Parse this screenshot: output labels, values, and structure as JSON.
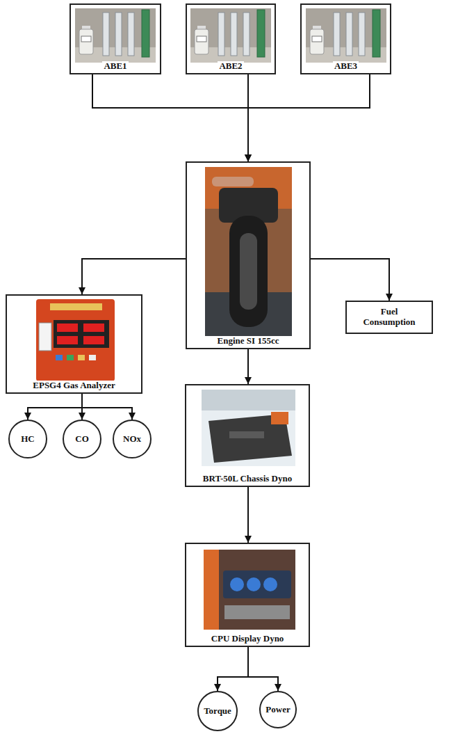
{
  "diagram": {
    "nodes": [
      {
        "text": [
          "ABE1"
        ]
      },
      {
        "text": [
          "ABE2"
        ]
      },
      {
        "text": [
          "ABE3"
        ]
      },
      {
        "text": [
          "Engine SI 155cc"
        ]
      },
      {
        "text": [
          "EPSG4 Gas Analyzer"
        ]
      },
      {
        "text": [
          "Fuel Consumption"
        ]
      },
      {
        "text": [
          "HC"
        ]
      },
      {
        "text": [
          "CO"
        ]
      },
      {
        "text": [
          "NOx"
        ]
      },
      {
        "text": [
          "BRT-50L Chassis Dyno"
        ]
      },
      {
        "text": [
          "CPU Display Dyno"
        ]
      },
      {
        "text": [
          "Torque"
        ]
      },
      {
        "text": [
          "Power"
        ]
      }
    ],
    "edges": [
      {
        "from": 0,
        "to": 3,
        "arrow": "to"
      },
      {
        "from": 1,
        "to": 3,
        "arrow": "to"
      },
      {
        "from": 2,
        "to": 3,
        "arrow": "to"
      },
      {
        "from": 3,
        "to": 4,
        "arrow": "to"
      },
      {
        "from": 3,
        "to": 5,
        "arrow": "to"
      },
      {
        "from": 3,
        "to": 9,
        "arrow": "to"
      },
      {
        "from": 4,
        "to": 6,
        "arrow": "to"
      },
      {
        "from": 4,
        "to": 7,
        "arrow": "to"
      },
      {
        "from": 4,
        "to": 8,
        "arrow": "to"
      },
      {
        "from": 9,
        "to": 10,
        "arrow": "to"
      },
      {
        "from": 10,
        "to": 11,
        "arrow": "to"
      },
      {
        "from": 10,
        "to": 12,
        "arrow": "to"
      }
    ]
  }
}
